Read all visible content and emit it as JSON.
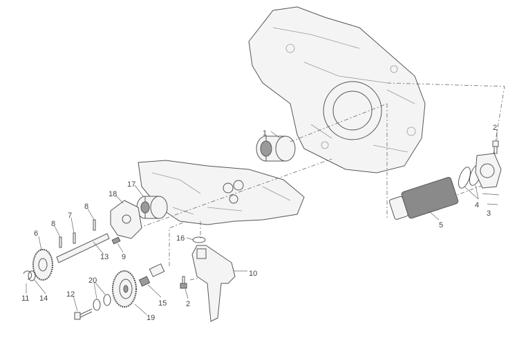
{
  "diagram": {
    "callouts": {
      "p1": "1",
      "p2a": "2",
      "p2b": "2",
      "p3": "3",
      "p4": "4",
      "p5": "5",
      "p6": "6",
      "p7": "7",
      "p8a": "8",
      "p8b": "8",
      "p9": "9",
      "p10": "10",
      "p11": "11",
      "p12": "12",
      "p13": "13",
      "p14": "14",
      "p15": "15",
      "p16": "16",
      "p17": "17",
      "p18": "18",
      "p19": "19",
      "p20": "20"
    }
  }
}
